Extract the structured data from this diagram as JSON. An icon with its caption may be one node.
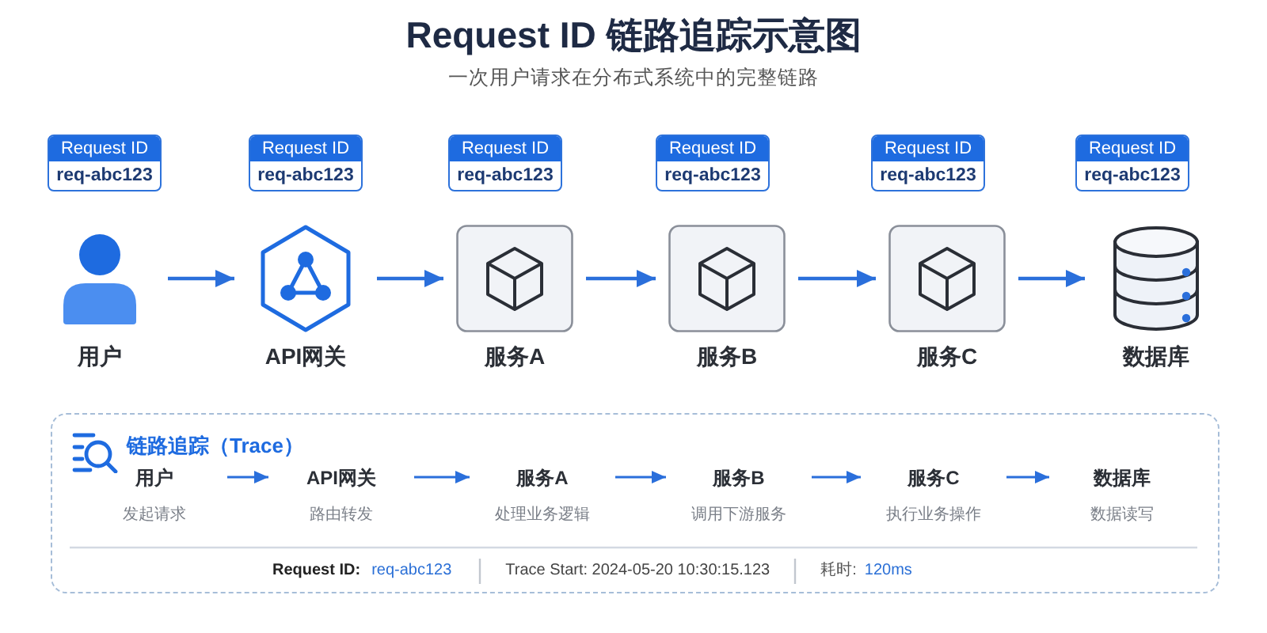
{
  "diagram": {
    "title": "Request ID 链路追踪示意图",
    "nodes": [
      {
        "text": [
          "Request ID",
          "req-abc123"
        ]
      },
      {
        "text": [
          "Request ID",
          "req-abc123"
        ]
      },
      {
        "text": [
          "Request ID",
          "req-abc123"
        ]
      },
      {
        "text": [
          "Request ID",
          "req-abc123"
        ]
      },
      {
        "text": [
          "Request ID",
          "req-abc123"
        ]
      },
      {
        "text": [
          "Request ID",
          "req-abc123"
        ]
      },
      {
        "text": [
          "用户"
        ]
      },
      {
        "text": [
          "API网关"
        ]
      },
      {
        "text": [
          "服务A"
        ]
      },
      {
        "text": [
          "服务B"
        ]
      },
      {
        "text": [
          "服务C"
        ]
      },
      {
        "text": [
          "数据库"
        ]
      },
      {
        "text": [
          "链路追踪（Trace）",
          "Request ID:",
          "req-abc123",
          "Trace Start: 2024-05-20 10:30:15.123",
          "耗时:",
          "120ms"
        ]
      },
      {
        "text": [
          "用户",
          "发起请求"
        ],
        "in": 12
      },
      {
        "text": [
          "API网关",
          "路由转发"
        ],
        "in": 12
      },
      {
        "text": [
          "服务A",
          "处理业务逻辑"
        ],
        "in": 12
      },
      {
        "text": [
          "服务B",
          "调用下游服务"
        ],
        "in": 12
      },
      {
        "text": [
          "服务C",
          "执行业务操作"
        ],
        "in": 12
      },
      {
        "text": [
          "数据库",
          "数据读写"
        ],
        "in": 12
      }
    ],
    "edges": [
      {
        "from": 6,
        "to": 7,
        "arrow": "to"
      },
      {
        "from": 7,
        "to": 8,
        "arrow": "to"
      },
      {
        "from": 8,
        "to": 9,
        "arrow": "to"
      },
      {
        "from": 9,
        "to": 10,
        "arrow": "to"
      },
      {
        "from": 10,
        "to": 11,
        "arrow": "to"
      },
      {
        "from": 13,
        "to": 14,
        "arrow": "to"
      },
      {
        "from": 14,
        "to": 15,
        "arrow": "to"
      },
      {
        "from": 15,
        "to": 16,
        "arrow": "to"
      },
      {
        "from": 16,
        "to": 17,
        "arrow": "to"
      },
      {
        "from": 17,
        "to": 18,
        "arrow": "to"
      }
    ],
    "labels": [
      "一次用户请求在分布式系统中的完整链路"
    ]
  }
}
